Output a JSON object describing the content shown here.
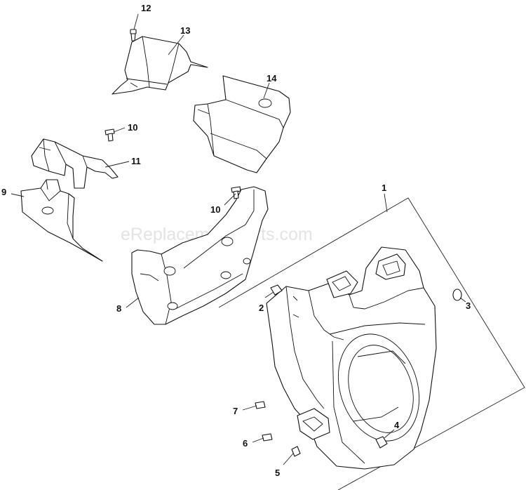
{
  "watermark": "eReplacementParts.com",
  "callouts": {
    "c1": "1",
    "c2": "2",
    "c3": "3",
    "c4": "4",
    "c5": "5",
    "c6": "6",
    "c7": "7",
    "c8": "8",
    "c9": "9",
    "c10a": "10",
    "c10b": "10",
    "c11": "11",
    "c12": "12",
    "c13": "13",
    "c14": "14"
  }
}
